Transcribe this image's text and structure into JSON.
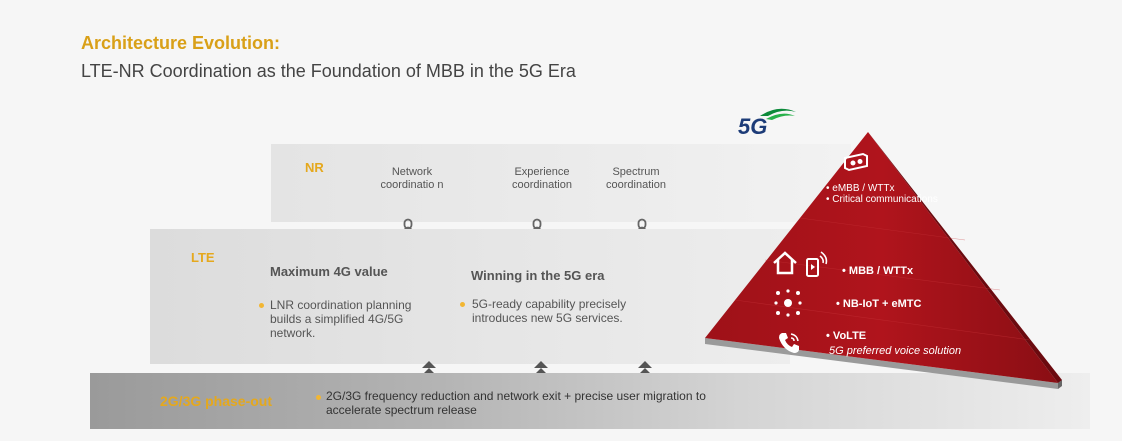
{
  "header": {
    "title": "Architecture Evolution:",
    "subtitle": "LTE-NR Coordination as the Foundation of MBB in the 5G Era"
  },
  "logo": {
    "text": "5G"
  },
  "layers": {
    "nr": {
      "label": "NR",
      "coordinations": [
        {
          "label": "Network coordinatio n"
        },
        {
          "label": "Experience coordination"
        },
        {
          "label": "Spectrum coordination"
        }
      ]
    },
    "lte": {
      "label": "LTE",
      "col1": {
        "heading": "Maximum 4G value",
        "text": "LNR coordination planning builds a simplified 4G/5G network."
      },
      "col2": {
        "heading": "Winning in the 5G era",
        "text": "5G-ready capability precisely introduces new 5G services."
      }
    },
    "legacy": {
      "label": "2G/3G phase-out",
      "text": "2G/3G frequency reduction and network exit + precise user migration to accelerate spectrum release"
    }
  },
  "pyramid": {
    "top": {
      "item1": "eMBB / WTTx",
      "item2": "Critical communications"
    },
    "mbb": "MBB / WTTx",
    "iot": "NB-IoT + eMTC",
    "volte": "VoLTE",
    "volte_sub": "5G preferred voice solution"
  },
  "colors": {
    "gold": "#e5a81d",
    "red": "#a5141b",
    "dark_red": "#7e0d12",
    "gray": "#555555"
  }
}
